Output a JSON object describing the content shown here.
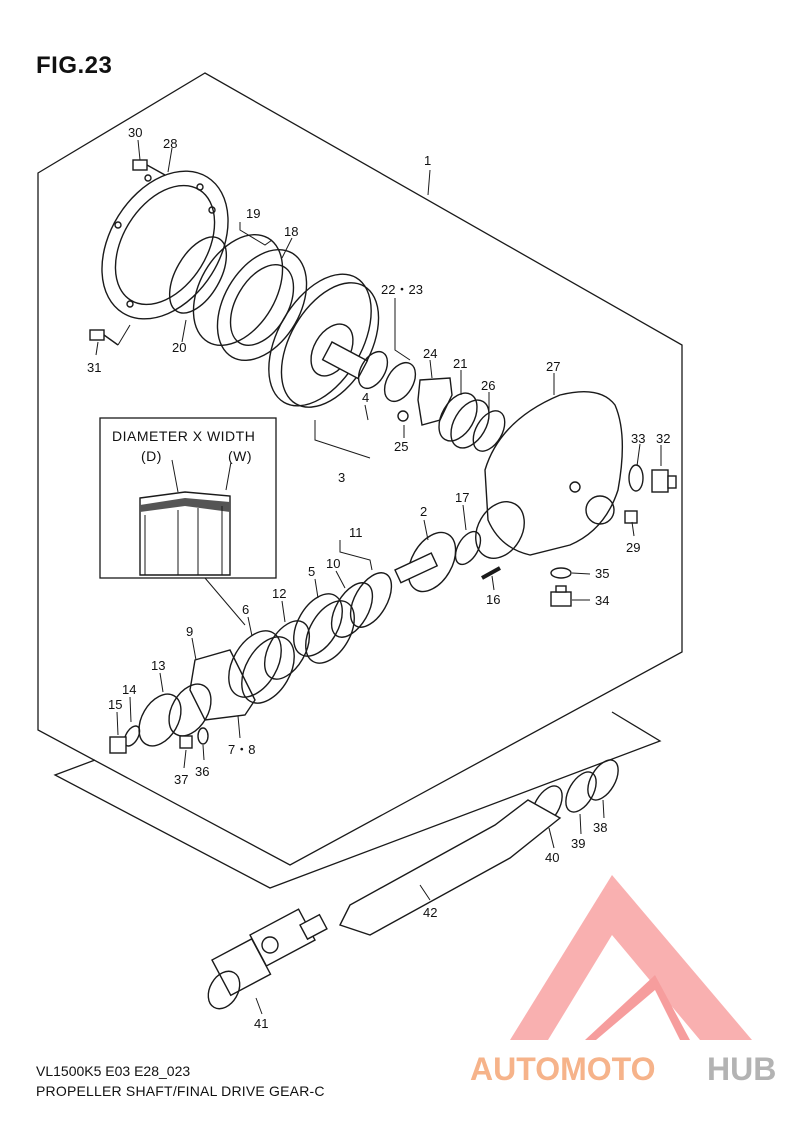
{
  "figure": {
    "title": "FIG.23",
    "model_code": "VL1500K5 E03 E28_023",
    "description": "PROPELLER SHAFT/FINAL DRIVE GEAR-C"
  },
  "inset": {
    "heading": "DIAMETER  X  WIDTH",
    "d_label": "(D)",
    "w_label": "(W)"
  },
  "watermark": {
    "text_a": "AUTOMOTO",
    "text_b": "HUB",
    "color_a": "#f6b38a",
    "color_b": "#b3b3b3",
    "logo_color": "#f58d8d"
  },
  "callouts": {
    "c1": "1",
    "c2": "2",
    "c3": "3",
    "c4": "4",
    "c5": "5",
    "c6": "6",
    "c7_8": "7・8",
    "c9": "9",
    "c10": "10",
    "c11": "11",
    "c12": "12",
    "c13": "13",
    "c14": "14",
    "c15": "15",
    "c16": "16",
    "c17": "17",
    "c18": "18",
    "c19": "19",
    "c20": "20",
    "c21": "21",
    "c22_23": "22・23",
    "c24": "24",
    "c25": "25",
    "c26": "26",
    "c27": "27",
    "c28": "28",
    "c29": "29",
    "c30": "30",
    "c31": "31",
    "c32": "32",
    "c33": "33",
    "c34": "34",
    "c35": "35",
    "c36": "36",
    "c37": "37",
    "c38": "38",
    "c39": "39",
    "c40": "40",
    "c41": "41",
    "c42": "42"
  }
}
